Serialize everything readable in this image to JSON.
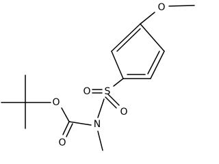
{
  "molecule": {
    "atoms": {
      "oxygen_methoxy": "O",
      "sulfur": "S",
      "oxygen_sulfonyl_left": "O",
      "oxygen_sulfonyl_right": "O",
      "nitrogen": "N",
      "oxygen_ester": "O",
      "oxygen_carbonyl": "O"
    }
  }
}
